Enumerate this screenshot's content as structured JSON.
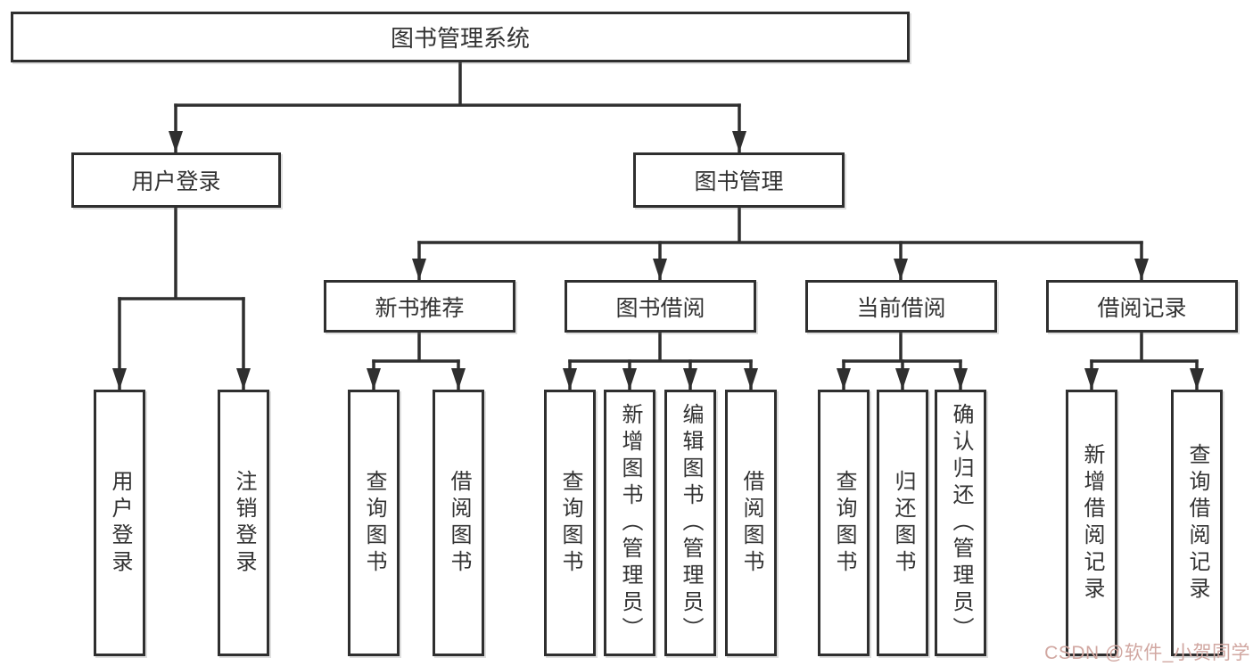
{
  "tree": {
    "root": "图书管理系统",
    "branches": [
      {
        "label": "用户登录",
        "children": [
          "用户登录",
          "注销登录"
        ]
      },
      {
        "label": "图书管理",
        "children": [
          {
            "label": "新书推荐",
            "children": [
              "查询图书",
              "借阅图书"
            ]
          },
          {
            "label": "图书借阅",
            "children": [
              "查询图书",
              "新增图书（管理员）",
              "编辑图书（管理员）",
              "借阅图书"
            ]
          },
          {
            "label": "当前借阅",
            "children": [
              "查询图书",
              "归还图书",
              "确认归还（管理员）"
            ]
          },
          {
            "label": "借阅记录",
            "children": [
              "新增借阅记录",
              "查询借阅记录"
            ]
          }
        ]
      }
    ]
  },
  "watermark": {
    "text": "CSDN @软件_小贺同学",
    "color": "#d1a7a1"
  },
  "colors": {
    "line": "#2f2f2f",
    "box_border": "#2f2f2f",
    "box_background": "#ffffff",
    "text": "#333333"
  }
}
